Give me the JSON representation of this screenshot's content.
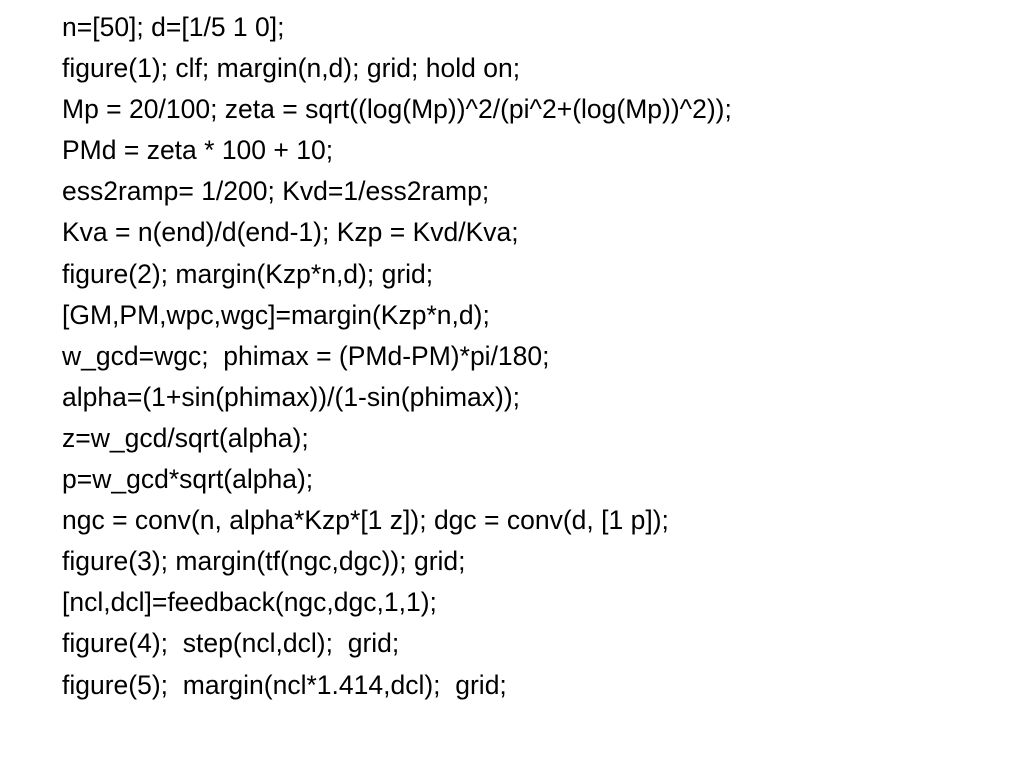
{
  "slide": {
    "lines": [
      "n=[50]; d=[1/5 1 0];",
      "figure(1); clf; margin(n,d); grid; hold on;",
      "Mp = 20/100; zeta = sqrt((log(Mp))^2/(pi^2+(log(Mp))^2));",
      "PMd = zeta * 100 + 10;",
      "ess2ramp= 1/200; Kvd=1/ess2ramp;",
      "Kva = n(end)/d(end-1); Kzp = Kvd/Kva;",
      "figure(2); margin(Kzp*n,d); grid;",
      "[GM,PM,wpc,wgc]=margin(Kzp*n,d);",
      "w_gcd=wgc;  phimax = (PMd-PM)*pi/180;",
      "alpha=(1+sin(phimax))/(1-sin(phimax));",
      "z=w_gcd/sqrt(alpha);",
      "p=w_gcd*sqrt(alpha);",
      "ngc = conv(n, alpha*Kzp*[1 z]); dgc = conv(d, [1 p]);",
      "figure(3); margin(tf(ngc,dgc)); grid;",
      "[ncl,dcl]=feedback(ngc,dgc,1,1);",
      "figure(4);  step(ncl,dcl);  grid;",
      "figure(5);  margin(ncl*1.414,dcl);  grid;"
    ]
  }
}
